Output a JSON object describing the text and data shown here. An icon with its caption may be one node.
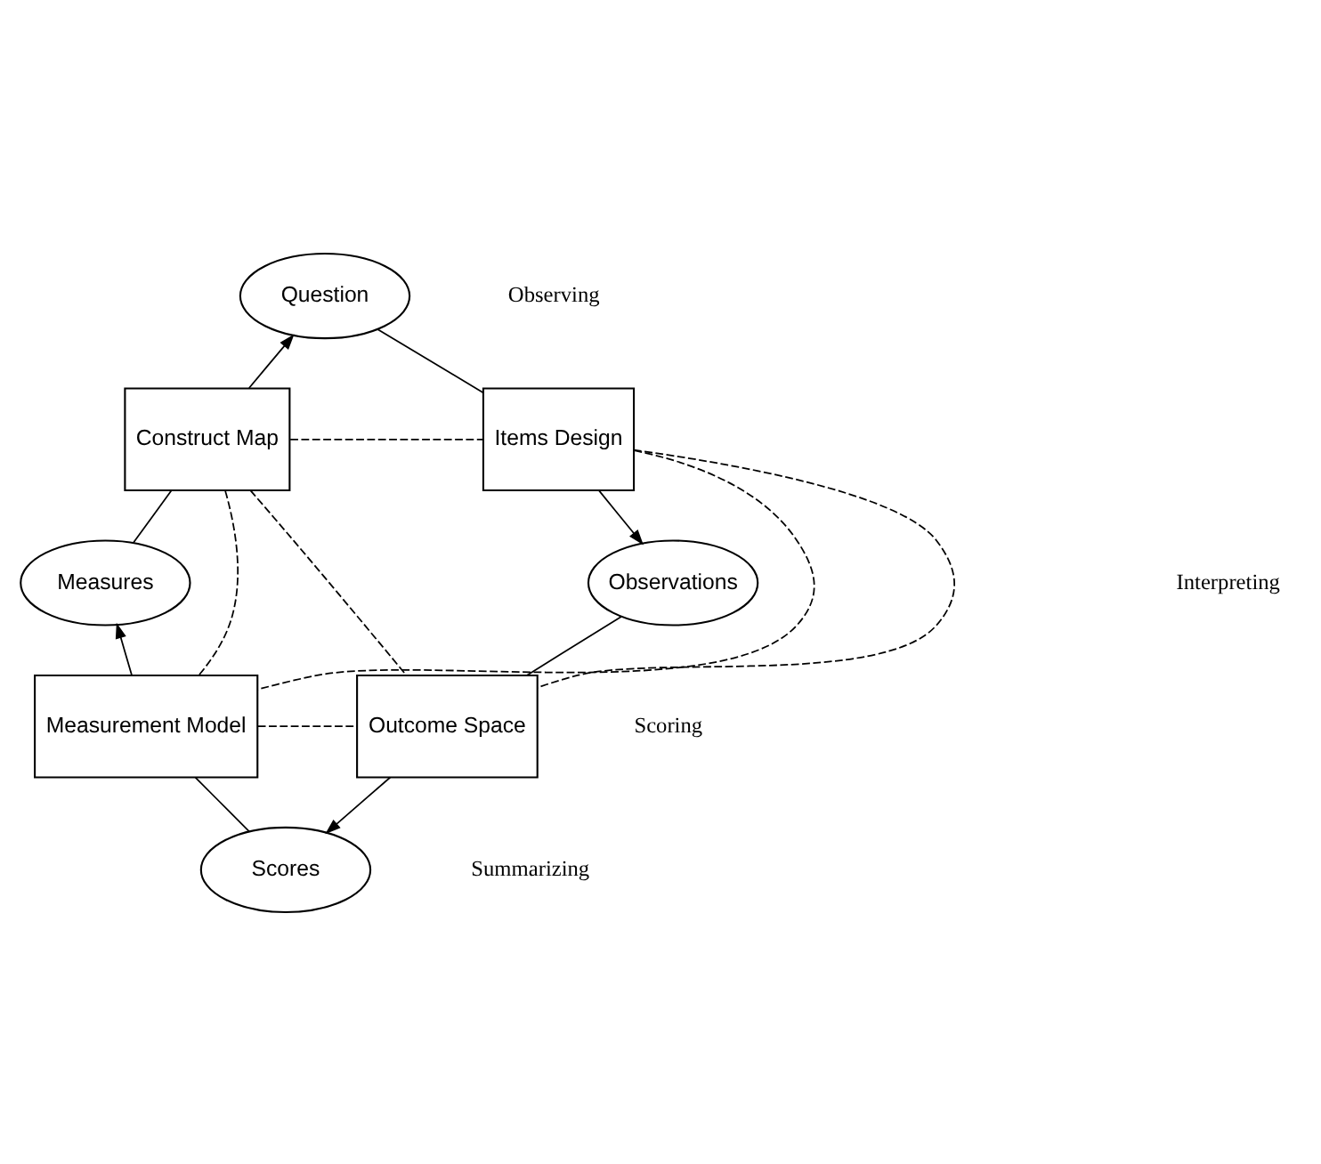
{
  "diagram": {
    "nodes": [
      {
        "text": [
          "Question"
        ]
      },
      {
        "text": [
          "Construct Map"
        ]
      },
      {
        "text": [
          "Items Design"
        ]
      },
      {
        "text": [
          "Measures"
        ]
      },
      {
        "text": [
          "Observations"
        ]
      },
      {
        "text": [
          "Measurement Model"
        ]
      },
      {
        "text": [
          "Outcome Space"
        ]
      },
      {
        "text": [
          "Scores"
        ]
      }
    ],
    "edges": [
      {
        "from": 1,
        "to": 0,
        "arrow": "to"
      },
      {
        "from": 0,
        "to": 2,
        "arrow": "none"
      },
      {
        "from": 2,
        "to": 4,
        "arrow": "to"
      },
      {
        "from": 4,
        "to": 6,
        "arrow": "none"
      },
      {
        "from": 6,
        "to": 7,
        "arrow": "to"
      },
      {
        "from": 7,
        "to": 5,
        "arrow": "none"
      },
      {
        "from": 5,
        "to": 3,
        "arrow": "to"
      },
      {
        "from": 3,
        "to": 1,
        "arrow": "none"
      },
      {
        "from": 1,
        "to": 2,
        "arrow": "none",
        "style": "dashed"
      },
      {
        "from": 1,
        "to": 5,
        "arrow": "none",
        "style": "dashed"
      },
      {
        "from": 1,
        "to": 6,
        "arrow": "none",
        "style": "dashed"
      },
      {
        "from": 2,
        "to": 5,
        "arrow": "none",
        "style": "dashed"
      },
      {
        "from": 2,
        "to": 6,
        "arrow": "none",
        "style": "dashed"
      },
      {
        "from": 5,
        "to": 6,
        "arrow": "none",
        "style": "dashed"
      }
    ],
    "labels": [
      "Observing",
      "Interpreting",
      "Scoring",
      "Summarizing"
    ]
  }
}
